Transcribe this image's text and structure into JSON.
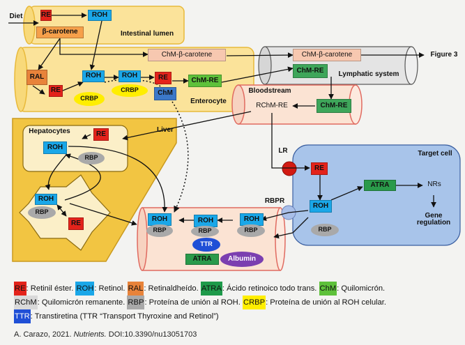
{
  "colors": {
    "re": "#e3231b",
    "roh": "#1aa7e8",
    "ral": "#e8833a",
    "atra": "#1e9a4a",
    "chm": "#5ec13a",
    "rchm": "#d9d9d9",
    "rbp": "#a9a9a9",
    "crbp": "#ffee00",
    "ttr": "#1f4fd6",
    "albumin": "#7b3fb0",
    "beta": "#f6c98b",
    "yellow_region": "#f7d46b",
    "liver": "#f0c24a",
    "blood_fill": "#fbe3d3",
    "blood_border": "#e06a60",
    "target": "#a8c4ea",
    "lymph": "#cfcfcf"
  },
  "diagram": {
    "diet": "Diet",
    "re": "RE",
    "roh": "ROH",
    "beta_carotene": "β-carotene",
    "intestinal_lumen": "Intestinal lumen",
    "ral": "RAL",
    "crbp": "CRBP",
    "chm": "ChM",
    "chm_beta": "ChM-β-carotene",
    "chm_re": "ChM-RE",
    "enterocyte": "Enterocyte",
    "lymphatic_system": "Lymphatic system",
    "figure3": "Figure 3",
    "bloodstream": "Bloodstream",
    "rchm_re": "RChM-RE",
    "liver": "Liver",
    "hepatocytes": "Hepatocytes",
    "rbp": "RBP",
    "lr": "LR",
    "rbpr": "RBPR",
    "target_cell": "Target cell",
    "atra": "ATRA",
    "nrs": "NRs",
    "gene_regulation": "Gene regulation",
    "ttr": "TTR",
    "albumin": "Albumin"
  },
  "legend": [
    {
      "key": "RE",
      "text": ": Retinil éster. "
    },
    {
      "key": "ROH",
      "text": ": Retinol. "
    },
    {
      "key": "RAL",
      "text": ": Retinaldheído. "
    },
    {
      "key": "ATRA",
      "text": ": Ácido retinoico todo trans. "
    },
    {
      "key": "ChM",
      "text": ": Quilomicrón."
    },
    {
      "key": "RChM",
      "text": ": Quilomicrón remanente. "
    },
    {
      "key": "RBP",
      "text": ": Proteína de unión al ROH. "
    },
    {
      "key": "CRBP",
      "text": ": Proteína de unión al ROH celular."
    },
    {
      "key": "TTR",
      "text": ": Transtiretina (TTR “Transport Thyroxine and Retinol”)"
    }
  ],
  "citation": {
    "authors": "A. Carazo, 2021. ",
    "journal": "Nutrients.",
    "doi": " DOI:10.3390/nu13051703"
  }
}
